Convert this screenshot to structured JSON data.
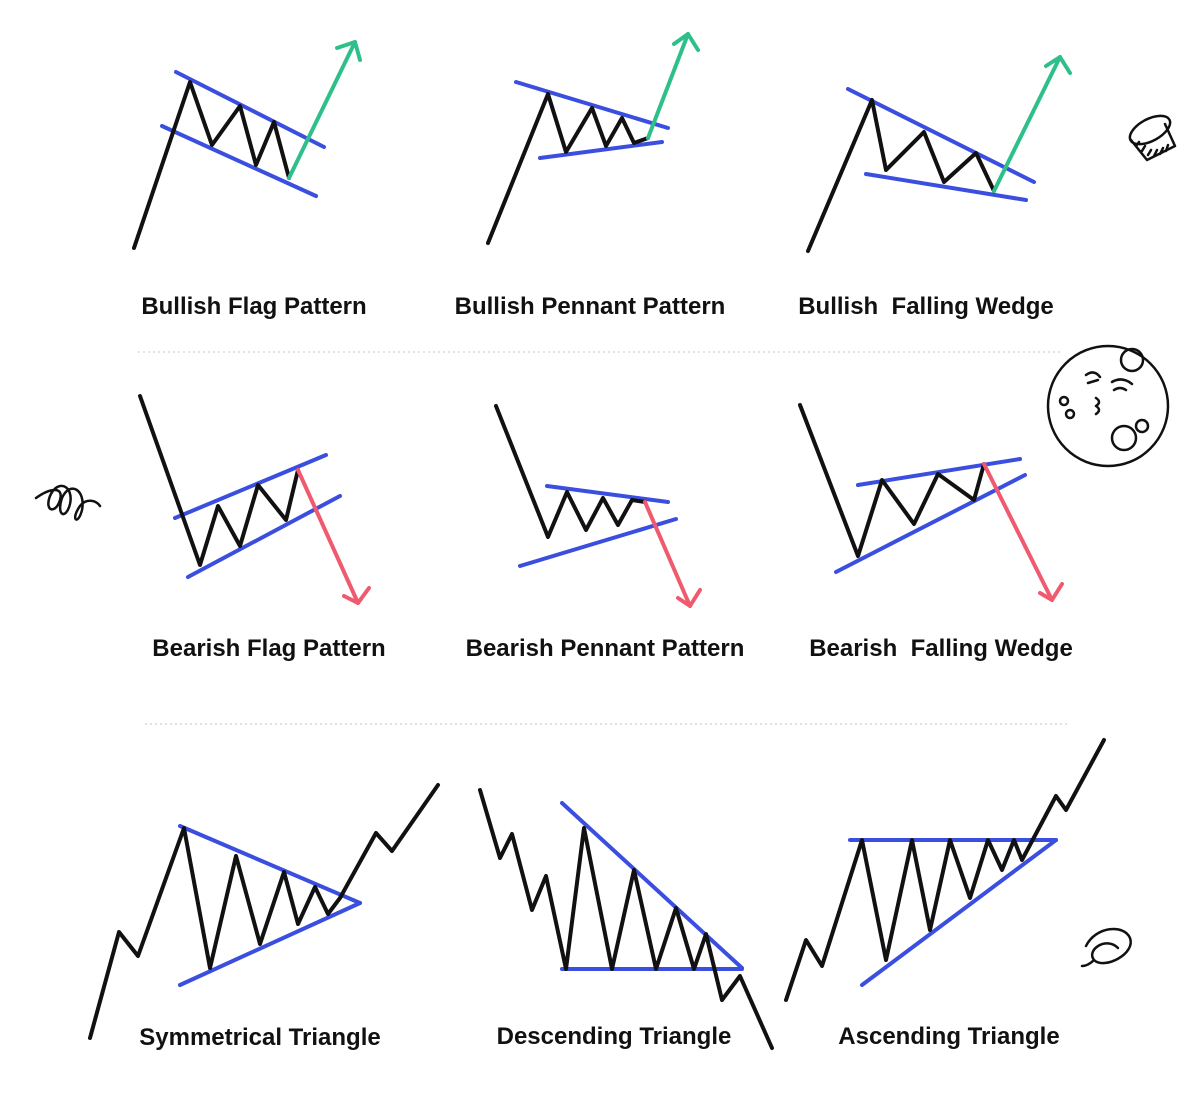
{
  "colors": {
    "price_line": "#111111",
    "trend_bounds": "#3a4ee0",
    "breakout_up": "#2fbf8a",
    "breakout_down": "#f05a6e"
  },
  "rows": [
    {
      "patterns": [
        {
          "key": "bullish-flag",
          "label": "Bullish Flag Pattern"
        },
        {
          "key": "bullish-pennant",
          "label": "Bullish Pennant Pattern"
        },
        {
          "key": "bullish-falling-wedge",
          "label": "Bullish  Falling Wedge"
        }
      ]
    },
    {
      "patterns": [
        {
          "key": "bearish-flag",
          "label": "Bearish Flag Pattern"
        },
        {
          "key": "bearish-pennant",
          "label": "Bearish Pennant Pattern"
        },
        {
          "key": "bearish-falling-wedge",
          "label": "Bearish  Falling Wedge"
        }
      ]
    },
    {
      "patterns": [
        {
          "key": "symmetrical-triangle",
          "label": "Symmetrical Triangle"
        },
        {
          "key": "descending-triangle",
          "label": "Descending Triangle"
        },
        {
          "key": "ascending-triangle",
          "label": "Ascending Triangle"
        }
      ]
    }
  ],
  "decorations": [
    "coin-icon",
    "moon-face-icon",
    "squiggle-doodle-icon",
    "loop-doodle-icon"
  ]
}
